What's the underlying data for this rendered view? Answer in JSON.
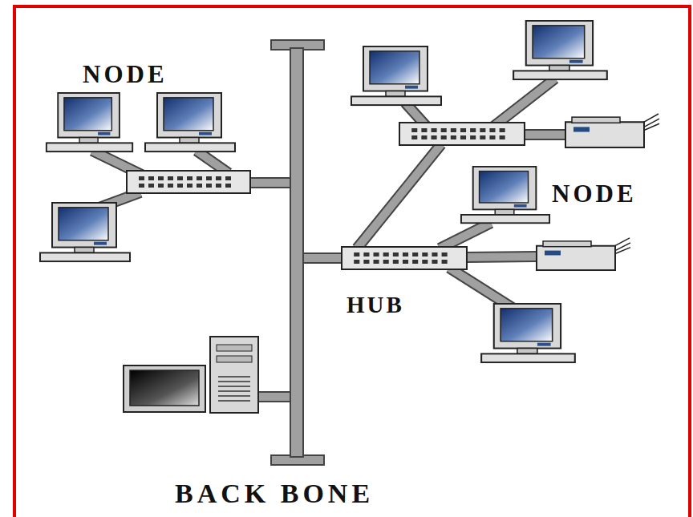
{
  "diagram": {
    "labels": [
      "NODE",
      "NODE",
      "HUB",
      "BACK BONE"
    ]
  }
}
